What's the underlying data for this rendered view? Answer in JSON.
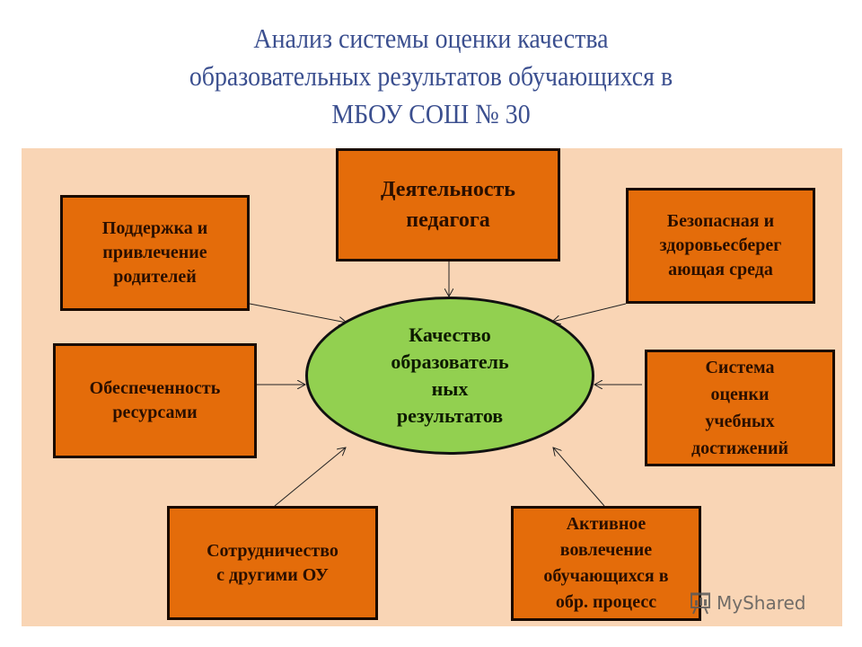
{
  "title": {
    "lines": [
      "Анализ системы оценки качества",
      "образовательных результатов обучающихся в",
      "МБОУ СОШ № 30"
    ]
  },
  "center": {
    "label": "Качество\nобразователь\nных\nрезультатов",
    "color": "#92d050"
  },
  "nodes": [
    {
      "id": "teacher-activity",
      "label": "Деятельность\nпедагога"
    },
    {
      "id": "parents-support",
      "label": "Поддержка и\nпривлечение\nродителей"
    },
    {
      "id": "safe-environment",
      "label": "Безопасная и\nздоровьесберег\nающая среда"
    },
    {
      "id": "resources",
      "label": "Обеспеченность\nресурсами"
    },
    {
      "id": "assessment-system",
      "label": "Система\nоценки\nучебных\nдостижений"
    },
    {
      "id": "cooperation",
      "label": "Сотрудничество\nс другими ОУ"
    },
    {
      "id": "active-involvement",
      "label": "Активное\nвовлечение\nобучающихся в\nобр. процесс"
    }
  ],
  "colors": {
    "box_fill": "#e46c0a",
    "panel_bg": "#f9d5b5",
    "title_text": "#3b4f8f"
  },
  "watermark": {
    "text": "MyShared",
    "icon": "presentation-board-icon"
  }
}
